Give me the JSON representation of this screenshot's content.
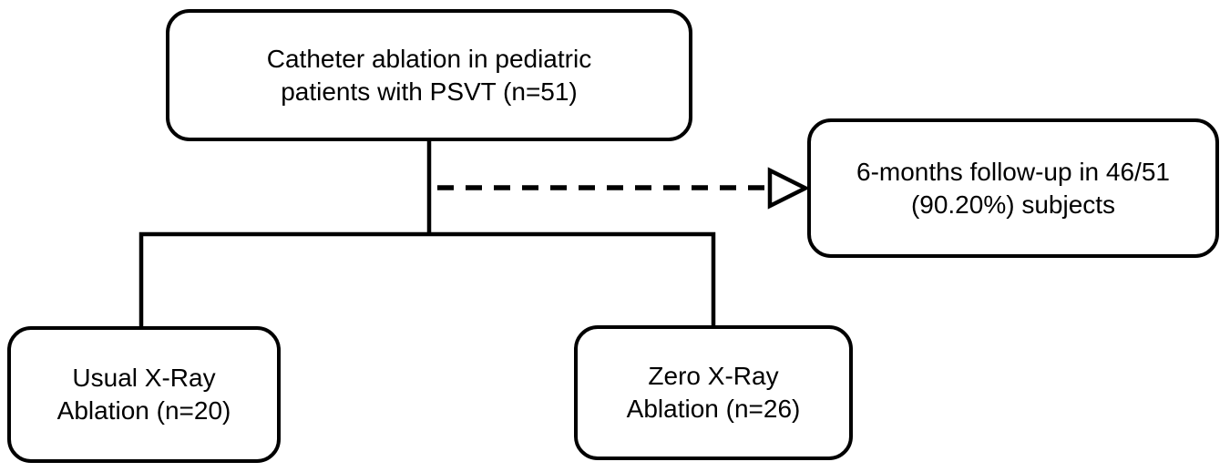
{
  "diagram": {
    "type": "flowchart",
    "background_color": "#ffffff",
    "line_color": "#000000",
    "box_fill": "#ffffff",
    "nodes": {
      "enrollment": {
        "lines": [
          "Catheter ablation in pediatric",
          "patients with PSVT (n=51)"
        ]
      },
      "followup": {
        "lines": [
          "6-months follow-up in 46/51",
          "(90.20%) subjects"
        ]
      },
      "usual_xray": {
        "lines": [
          "Usual X-Ray",
          "Ablation (n=20)"
        ]
      },
      "zero_xray": {
        "lines": [
          "Zero X-Ray",
          "Ablation (n=26)"
        ]
      }
    },
    "edges": [
      {
        "from": "enrollment",
        "to": "usual_xray",
        "style": "solid"
      },
      {
        "from": "enrollment",
        "to": "zero_xray",
        "style": "solid"
      },
      {
        "from": "enrollment",
        "to": "followup",
        "style": "dashed",
        "arrowhead": "hollow-triangle"
      }
    ]
  }
}
